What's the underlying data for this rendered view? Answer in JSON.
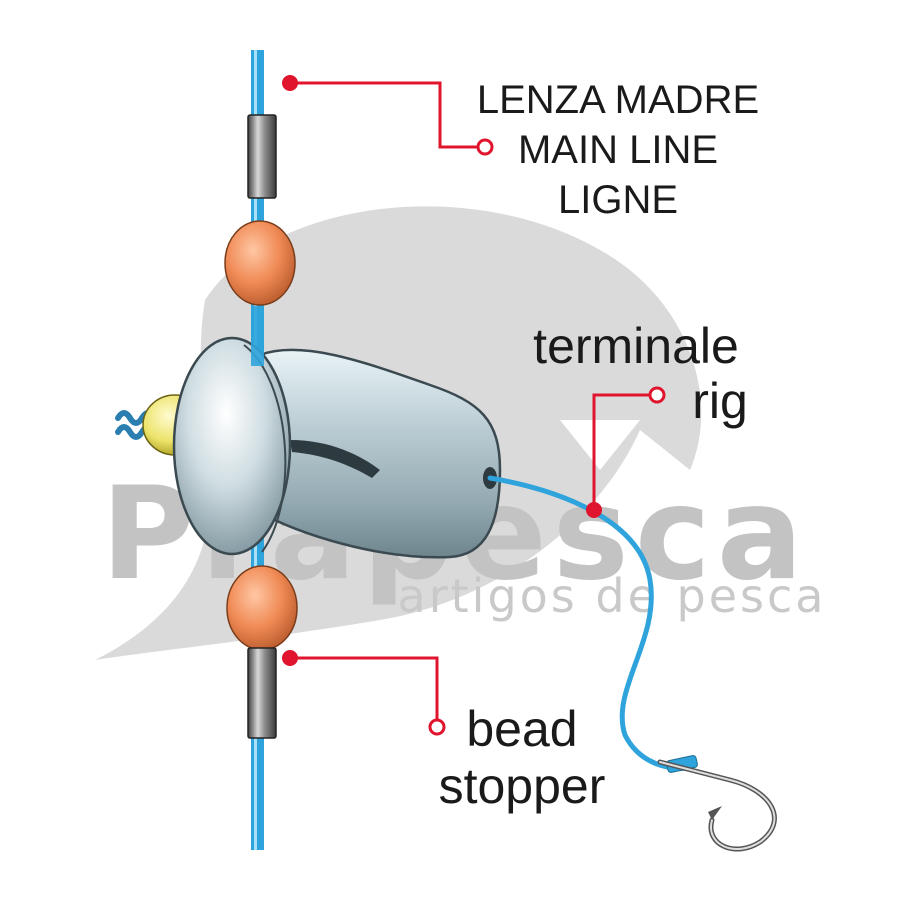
{
  "colors": {
    "callout": "#e0142c",
    "line": "#2fa4dc",
    "bead": "#f08a55",
    "sinker": "#c9d6dc",
    "yellow": "#ece36a",
    "watermark": "#c4c4c4"
  },
  "callouts": {
    "main_line": {
      "it": "LENZA MADRE",
      "en": "MAIN LINE",
      "fr": "LIGNE"
    },
    "rig": {
      "line1": "terminale",
      "line2": "rig"
    },
    "stopper": {
      "line1": "bead",
      "line2": "stopper"
    }
  },
  "watermark": {
    "brand": "Prapesca",
    "tagline": "artigos de pesca"
  }
}
